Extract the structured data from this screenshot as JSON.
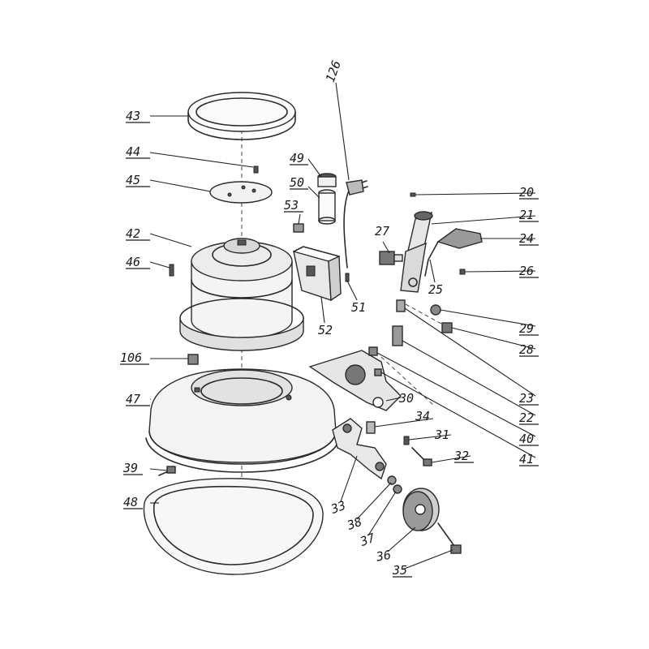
{
  "callouts": [
    {
      "id": "43",
      "text": "43"
    },
    {
      "id": "44",
      "text": "44"
    },
    {
      "id": "45",
      "text": "45"
    },
    {
      "id": "42",
      "text": "42"
    },
    {
      "id": "46",
      "text": "46"
    },
    {
      "id": "49",
      "text": "49"
    },
    {
      "id": "50",
      "text": "50"
    },
    {
      "id": "53",
      "text": "53"
    },
    {
      "id": "126",
      "text": "126"
    },
    {
      "id": "51",
      "text": "51"
    },
    {
      "id": "52",
      "text": "52"
    },
    {
      "id": "20",
      "text": "20"
    },
    {
      "id": "21",
      "text": "21"
    },
    {
      "id": "24",
      "text": "24"
    },
    {
      "id": "27",
      "text": "27"
    },
    {
      "id": "26",
      "text": "26"
    },
    {
      "id": "25",
      "text": "25"
    },
    {
      "id": "29",
      "text": "29"
    },
    {
      "id": "28",
      "text": "28"
    },
    {
      "id": "106",
      "text": "106"
    },
    {
      "id": "47",
      "text": "47"
    },
    {
      "id": "30",
      "text": "30"
    },
    {
      "id": "23",
      "text": "23"
    },
    {
      "id": "22",
      "text": "22"
    },
    {
      "id": "34",
      "text": "34"
    },
    {
      "id": "40",
      "text": "40"
    },
    {
      "id": "31",
      "text": "31"
    },
    {
      "id": "41",
      "text": "41"
    },
    {
      "id": "32",
      "text": "32"
    },
    {
      "id": "39",
      "text": "39"
    },
    {
      "id": "48",
      "text": "48"
    },
    {
      "id": "33",
      "text": "33"
    },
    {
      "id": "38",
      "text": "38"
    },
    {
      "id": "37",
      "text": "37"
    },
    {
      "id": "36",
      "text": "36"
    },
    {
      "id": "35",
      "text": "35"
    }
  ]
}
